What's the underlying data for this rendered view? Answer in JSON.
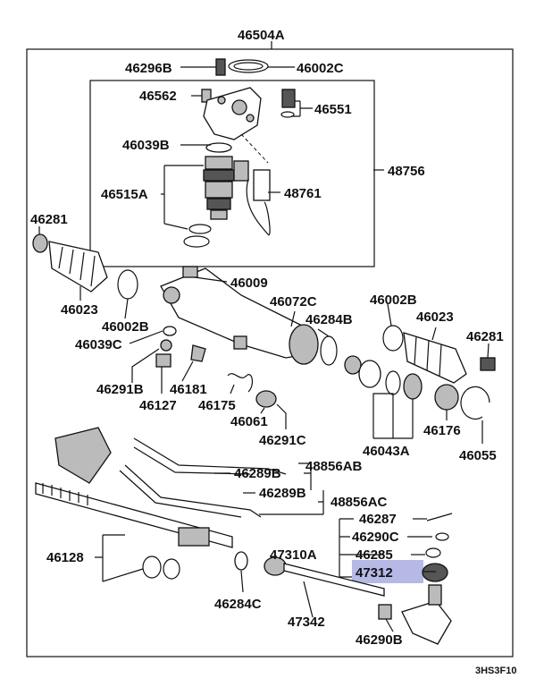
{
  "labels": {
    "l_46504A": "46504A",
    "l_46296B": "46296B",
    "l_46002C": "46002C",
    "l_46562": "46562",
    "l_46551": "46551",
    "l_46039B": "46039B",
    "l_48756": "48756",
    "l_46515A": "46515A",
    "l_48761": "48761",
    "l_46281_l": "46281",
    "l_46009": "46009",
    "l_46023_l": "46023",
    "l_46002B_l": "46002B",
    "l_46072C": "46072C",
    "l_46002B_r": "46002B",
    "l_46023_r": "46023",
    "l_46039C": "46039C",
    "l_46284B": "46284B",
    "l_46281_r": "46281",
    "l_46291B": "46291B",
    "l_46181": "46181",
    "l_46127": "46127",
    "l_46175": "46175",
    "l_46061": "46061",
    "l_46176": "46176",
    "l_46291C": "46291C",
    "l_46043A": "46043A",
    "l_46055": "46055",
    "l_46289B_1": "46289B",
    "l_48856AB": "48856AB",
    "l_46289B_2": "46289B",
    "l_48856AC": "48856AC",
    "l_46287": "46287",
    "l_46290C": "46290C",
    "l_47310A": "47310A",
    "l_46285": "46285",
    "l_47312": "47312",
    "l_46128": "46128",
    "l_46284C": "46284C",
    "l_47342": "47342",
    "l_46290B": "46290B",
    "l_code": "3HS3F10"
  },
  "highlight_color": "#b6b8e6"
}
